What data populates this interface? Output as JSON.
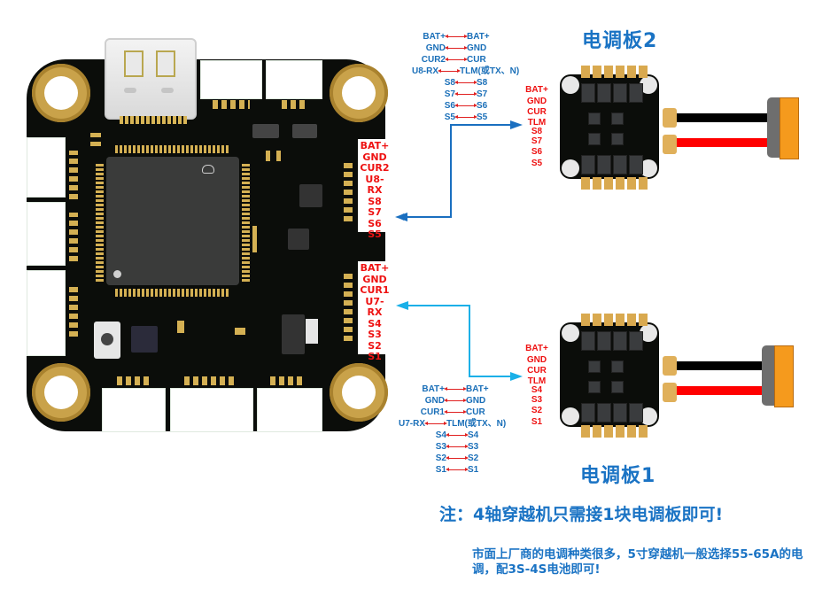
{
  "flight_controller": {
    "connector_top_labels": [
      "BAT+",
      "GND",
      "CUR2",
      "U8-RX",
      "S8",
      "S7",
      "S6",
      "S5"
    ],
    "connector_bottom_labels": [
      "BAT+",
      "GND",
      "CUR1",
      "U7-RX",
      "S4",
      "S3",
      "S2",
      "S1"
    ]
  },
  "wiring": {
    "esc2": [
      {
        "fc": "BAT+",
        "esc": "BAT+"
      },
      {
        "fc": "GND",
        "esc": "GND"
      },
      {
        "fc": "CUR2",
        "esc": "CUR"
      },
      {
        "fc": "U8-RX",
        "esc": "TLM(或TX、N)"
      },
      {
        "fc": "S8",
        "esc": "S8"
      },
      {
        "fc": "S7",
        "esc": "S7"
      },
      {
        "fc": "S6",
        "esc": "S6"
      },
      {
        "fc": "S5",
        "esc": "S5"
      }
    ],
    "esc1": [
      {
        "fc": "BAT+",
        "esc": "BAT+"
      },
      {
        "fc": "GND",
        "esc": "GND"
      },
      {
        "fc": "CUR1",
        "esc": "CUR"
      },
      {
        "fc": "U7-RX",
        "esc": "TLM(或TX、N)"
      },
      {
        "fc": "S4",
        "esc": "S4"
      },
      {
        "fc": "S3",
        "esc": "S3"
      },
      {
        "fc": "S2",
        "esc": "S2"
      },
      {
        "fc": "S1",
        "esc": "S1"
      }
    ]
  },
  "esc2": {
    "title": "电调板2",
    "pin_labels": [
      "BAT+",
      "GND",
      "CUR",
      "TLM",
      "S8",
      "S7",
      "S6",
      "S5"
    ]
  },
  "esc1": {
    "title": "电调板1",
    "pin_labels": [
      "BAT+",
      "GND",
      "CUR",
      "TLM",
      "S4",
      "S3",
      "S2",
      "S1"
    ]
  },
  "colors": {
    "text_blue": "#1a73c4",
    "label_red": "#ee1111",
    "arrow_esc2": "#1a6fc0",
    "arrow_esc1": "#1ab0e8"
  },
  "notes": {
    "main": "注：4轴穿越机只需接1块电调板即可!",
    "sub": "市面上厂商的电调种类很多，5寸穿越机一般选择55-65A的电调，配3S-4S电池即可!"
  }
}
